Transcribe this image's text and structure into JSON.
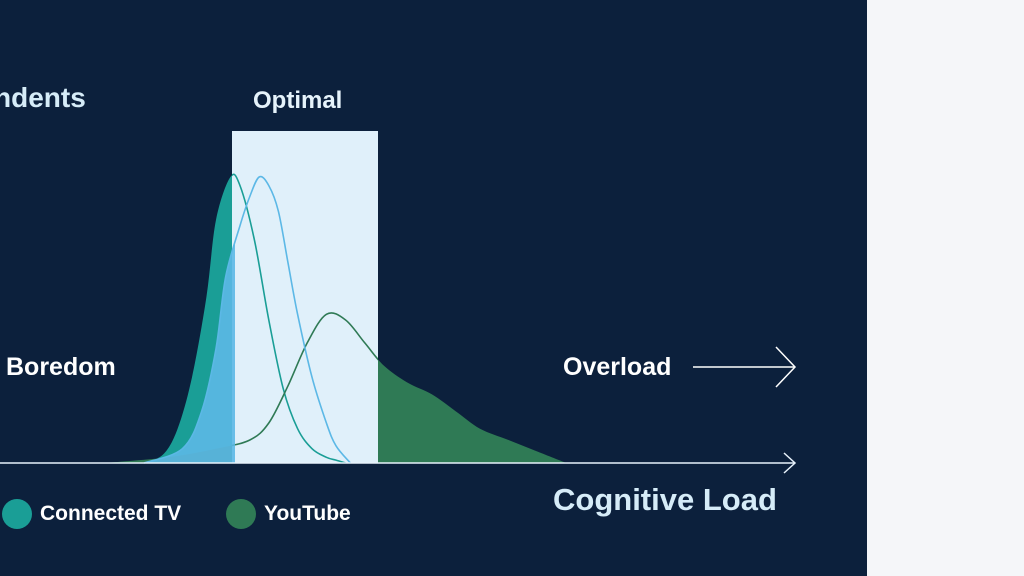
{
  "slide": {
    "title_fragment": "ndents",
    "background_color": "#0c203c"
  },
  "annotations": {
    "optimal": "Optimal",
    "boredom": "Boredom",
    "overload": "Overload"
  },
  "chart_data": {
    "type": "area",
    "xlabel": "Cognitive Load",
    "ylabel": "",
    "grid": false,
    "legend_placement": "bottom-left",
    "highlight_region": {
      "label": "Optimal",
      "color": "#e0f0fa"
    },
    "series": [
      {
        "name": "Connected TV",
        "color": "#1a9e96",
        "style": "filled",
        "x": [
          0.3,
          0.34,
          0.37,
          0.4,
          0.43,
          0.45,
          0.48,
          0.5,
          0.53,
          0.56,
          0.59,
          0.62,
          0.65,
          0.68,
          0.7,
          0.72
        ],
        "y": [
          0.0,
          0.03,
          0.12,
          0.3,
          0.58,
          0.85,
          1.0,
          0.97,
          0.78,
          0.5,
          0.26,
          0.12,
          0.05,
          0.02,
          0.01,
          0.0
        ]
      },
      {
        "name": "YouTube",
        "color": "#2f7a55",
        "style": "filled",
        "x": [
          0.22,
          0.35,
          0.45,
          0.52,
          0.56,
          0.6,
          0.64,
          0.68,
          0.72,
          0.76,
          0.8,
          0.85,
          0.9,
          0.95,
          1.0,
          1.06,
          1.12,
          1.18
        ],
        "y": [
          0.0,
          0.02,
          0.05,
          0.08,
          0.14,
          0.27,
          0.42,
          0.52,
          0.5,
          0.42,
          0.34,
          0.28,
          0.24,
          0.18,
          0.12,
          0.08,
          0.04,
          0.0
        ]
      },
      {
        "name": "",
        "color": "#5cb8e6",
        "style": "line",
        "x": [
          0.3,
          0.38,
          0.42,
          0.45,
          0.47,
          0.5,
          0.52,
          0.54,
          0.56,
          0.58,
          0.6,
          0.62,
          0.65,
          0.68,
          0.7,
          0.73
        ],
        "y": [
          0.0,
          0.05,
          0.18,
          0.4,
          0.65,
          0.83,
          0.93,
          1.0,
          0.97,
          0.88,
          0.7,
          0.52,
          0.3,
          0.14,
          0.06,
          0.0
        ]
      }
    ]
  },
  "legend": [
    {
      "label": "Connected TV",
      "color": "#1a9e96"
    },
    {
      "label": "YouTube",
      "color": "#2f7a55"
    }
  ]
}
